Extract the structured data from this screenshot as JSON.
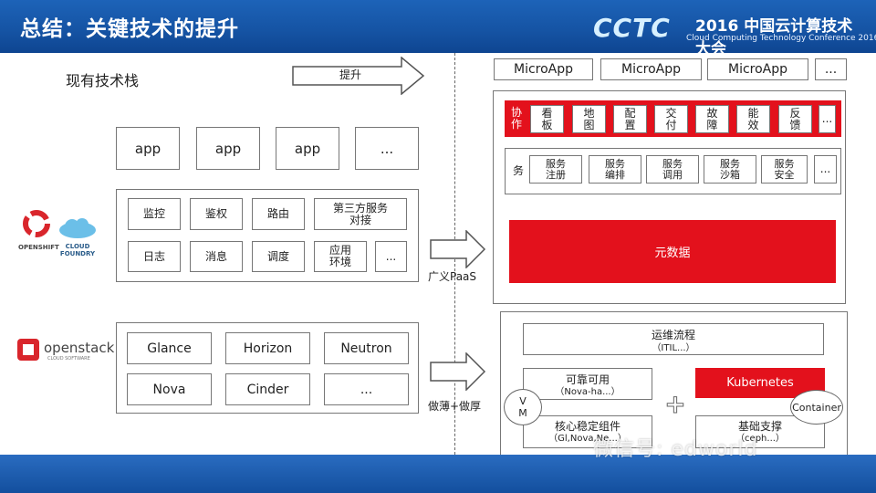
{
  "header": {
    "title": "总结：关键技术的提升",
    "logo_mark": "CCTC",
    "logo_title": "2016 中国云计算技术大会",
    "logo_subtitle": "Cloud Computing Technology Conference 2016"
  },
  "left": {
    "stack_label": "现有技术栈",
    "upgrade_label": "提升",
    "apps": [
      "app",
      "app",
      "app",
      "..."
    ],
    "paas_items": [
      "监控",
      "鉴权",
      "路由",
      "第三方服务\n对接",
      "日志",
      "消息",
      "调度",
      "应用\n环境",
      "..."
    ],
    "paas_logo_openshift": "OPENSHIFT",
    "paas_logo_cloudfoundry": "CLOUD\nFOUNDRY",
    "iaas_logo_name": "openstack",
    "iaas_logo_sub": "CLOUD SOFTWARE",
    "iaas_items": [
      "Glance",
      "Horizon",
      "Neutron",
      "Nova",
      "Cinder",
      "..."
    ],
    "arrow1_label": "广义PaaS",
    "arrow2_label": "做薄+做厚"
  },
  "right": {
    "microapps": [
      "MicroApp",
      "MicroApp",
      "MicroApp",
      "..."
    ],
    "collab_label": "协\n作",
    "collab_items": [
      "看\n板",
      "地\n图",
      "配\n置",
      "交\n付",
      "故\n障",
      "能\n效",
      "反\n馈",
      "..."
    ],
    "service_label": "务",
    "service_items": [
      "服务\n注册",
      "服务\n编排",
      "服务\n调用",
      "服务\n沙箱",
      "服务\n安全",
      "..."
    ],
    "metadata_label": "元数据",
    "ops_title": "运维流程",
    "ops_sub": "（ITIL...）",
    "reliable_title": "可靠可用",
    "reliable_sub": "（Nova-ha...）",
    "core_title": "核心稳定组件",
    "core_sub": "（Gl,Nova,Ne...）",
    "kubernetes": "Kubernetes",
    "base_title": "基础支撑",
    "base_sub": "（ceph...）",
    "vm_label": "V\nM",
    "container_label": "Container",
    "plus": "+"
  },
  "watermark": "微信号: edworld",
  "colors": {
    "header_blue": "#1553a3",
    "accent_red": "#e3111c"
  }
}
